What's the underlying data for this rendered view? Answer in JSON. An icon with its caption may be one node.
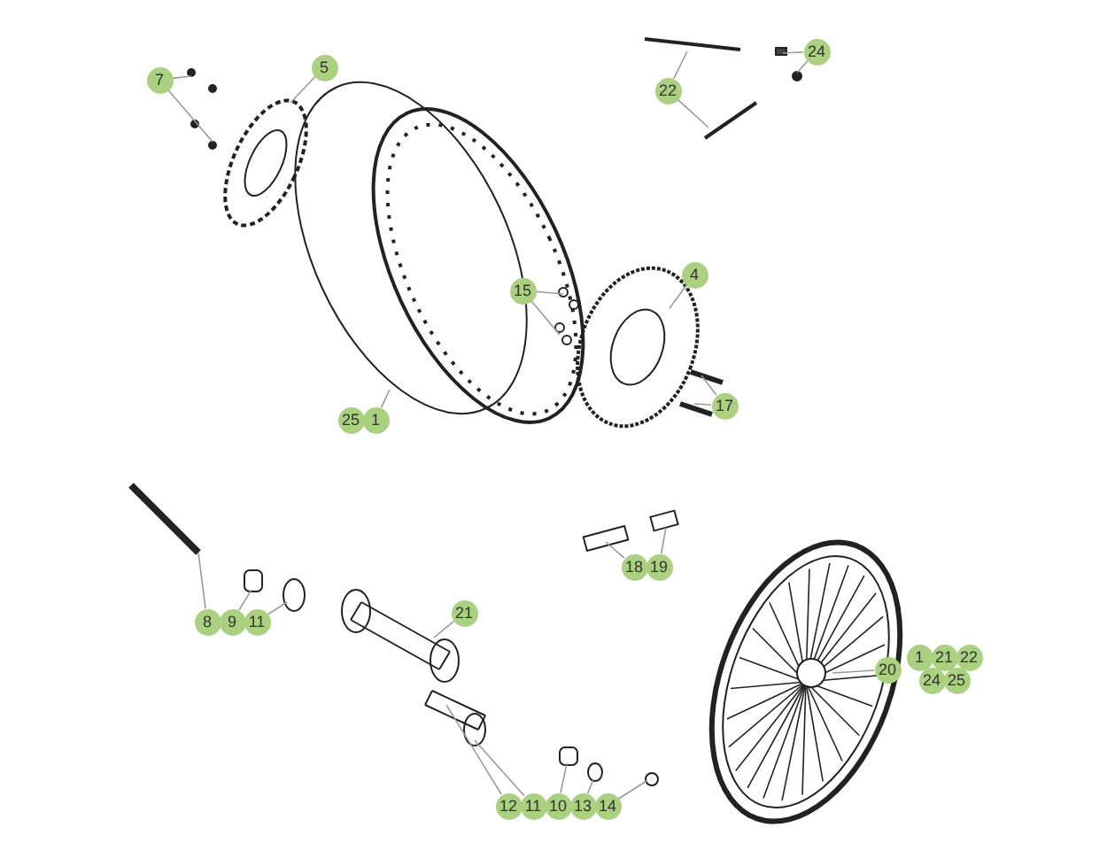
{
  "diagram": {
    "nodes": [
      {
        "text": [
          "7"
        ]
      },
      {
        "text": [
          "5"
        ]
      },
      {
        "text": [
          "22"
        ]
      },
      {
        "text": [
          "24"
        ]
      },
      {
        "text": [
          "15"
        ]
      },
      {
        "text": [
          "4"
        ]
      },
      {
        "text": [
          "17"
        ]
      },
      {
        "text": [
          "25"
        ]
      },
      {
        "text": [
          "1"
        ]
      },
      {
        "text": [
          "21"
        ]
      },
      {
        "text": [
          "18"
        ]
      },
      {
        "text": [
          "19"
        ]
      },
      {
        "text": [
          "8"
        ]
      },
      {
        "text": [
          "9"
        ]
      },
      {
        "text": [
          "11"
        ]
      },
      {
        "text": [
          "20"
        ]
      },
      {
        "text": [
          "12"
        ]
      },
      {
        "text": [
          "11"
        ]
      },
      {
        "text": [
          "10"
        ]
      },
      {
        "text": [
          "13"
        ]
      },
      {
        "text": [
          "14"
        ]
      },
      {
        "text": [
          "1"
        ]
      },
      {
        "text": [
          "21"
        ]
      },
      {
        "text": [
          "22"
        ]
      },
      {
        "text": [
          "24"
        ]
      },
      {
        "text": [
          "25"
        ]
      }
    ],
    "edges": [
      {
        "from": 0,
        "to": null,
        "arrow": "none"
      },
      {
        "from": 0,
        "to": null,
        "arrow": "none"
      },
      {
        "from": 1,
        "to": null,
        "arrow": "none"
      },
      {
        "from": 2,
        "to": null,
        "arrow": "none"
      },
      {
        "from": 2,
        "to": null,
        "arrow": "none"
      },
      {
        "from": 3,
        "to": null,
        "arrow": "none"
      },
      {
        "from": 3,
        "to": null,
        "arrow": "none"
      },
      {
        "from": 4,
        "to": null,
        "arrow": "none"
      },
      {
        "from": 4,
        "to": null,
        "arrow": "none"
      },
      {
        "from": 5,
        "to": null,
        "arrow": "none"
      },
      {
        "from": 6,
        "to": null,
        "arrow": "none"
      },
      {
        "from": 6,
        "to": null,
        "arrow": "none"
      },
      {
        "from": 8,
        "to": null,
        "arrow": "none"
      },
      {
        "from": 9,
        "to": null,
        "arrow": "none"
      },
      {
        "from": 10,
        "to": null,
        "arrow": "none"
      },
      {
        "from": 11,
        "to": null,
        "arrow": "none"
      },
      {
        "from": 12,
        "to": null,
        "arrow": "none"
      },
      {
        "from": 13,
        "to": null,
        "arrow": "none"
      },
      {
        "from": 14,
        "to": null,
        "arrow": "none"
      },
      {
        "from": 15,
        "to": null,
        "arrow": "none"
      },
      {
        "from": 16,
        "to": null,
        "arrow": "none"
      },
      {
        "from": 17,
        "to": null,
        "arrow": "none"
      },
      {
        "from": 18,
        "to": null,
        "arrow": "none"
      },
      {
        "from": 19,
        "to": null,
        "arrow": "none"
      },
      {
        "from": 20,
        "to": null,
        "arrow": "none"
      }
    ]
  }
}
